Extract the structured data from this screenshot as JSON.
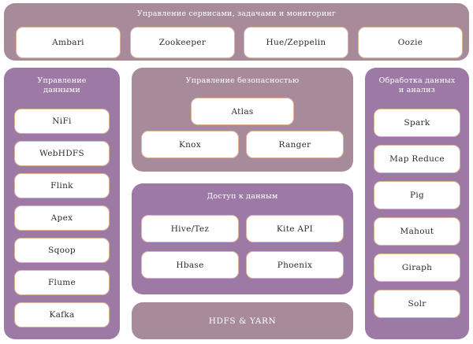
{
  "diagram": {
    "colors": {
      "mauve": "#a78b9a",
      "purple": "#9d7aa5",
      "card_bg": "#ffffff",
      "card_border": "#e0b59a",
      "title_text": "#ffffff",
      "card_text": "#2e2b2e",
      "background": "#ffffff"
    },
    "top_bar": {
      "title": "Управление сервисами, задачами и мониторинг",
      "items": [
        {
          "label": "Ambari"
        },
        {
          "label": "Zookeeper"
        },
        {
          "label": "Hue/Zeppelin"
        },
        {
          "label": "Oozie"
        }
      ]
    },
    "left_column": {
      "title": "Управление данными",
      "title_line1": "Управление",
      "title_line2": "данными",
      "items": [
        {
          "label": "NiFi"
        },
        {
          "label": "WebHDFS"
        },
        {
          "label": "Flink"
        },
        {
          "label": "Apex"
        },
        {
          "label": "Sqoop"
        },
        {
          "label": "Flume"
        },
        {
          "label": "Kafka"
        }
      ]
    },
    "security_panel": {
      "title": "Управление безопасностью",
      "primary": {
        "label": "Atlas"
      },
      "items": [
        {
          "label": "Knox"
        },
        {
          "label": "Ranger"
        }
      ]
    },
    "access_panel": {
      "title": "Доступ к данным",
      "items": [
        {
          "label": "Hive/Tez"
        },
        {
          "label": "Kite API"
        },
        {
          "label": "Hbase"
        },
        {
          "label": "Phoenix"
        }
      ]
    },
    "storage_bar": {
      "label": "HDFS & YARN"
    },
    "right_column": {
      "title": "Обработка данных и анализ",
      "title_line1": "Обработка данных",
      "title_line2": "и анализ",
      "items": [
        {
          "label": "Spark"
        },
        {
          "label": "Map Reduce"
        },
        {
          "label": "Pig"
        },
        {
          "label": "Mahout"
        },
        {
          "label": "Giraph"
        },
        {
          "label": "Solr"
        }
      ]
    }
  }
}
